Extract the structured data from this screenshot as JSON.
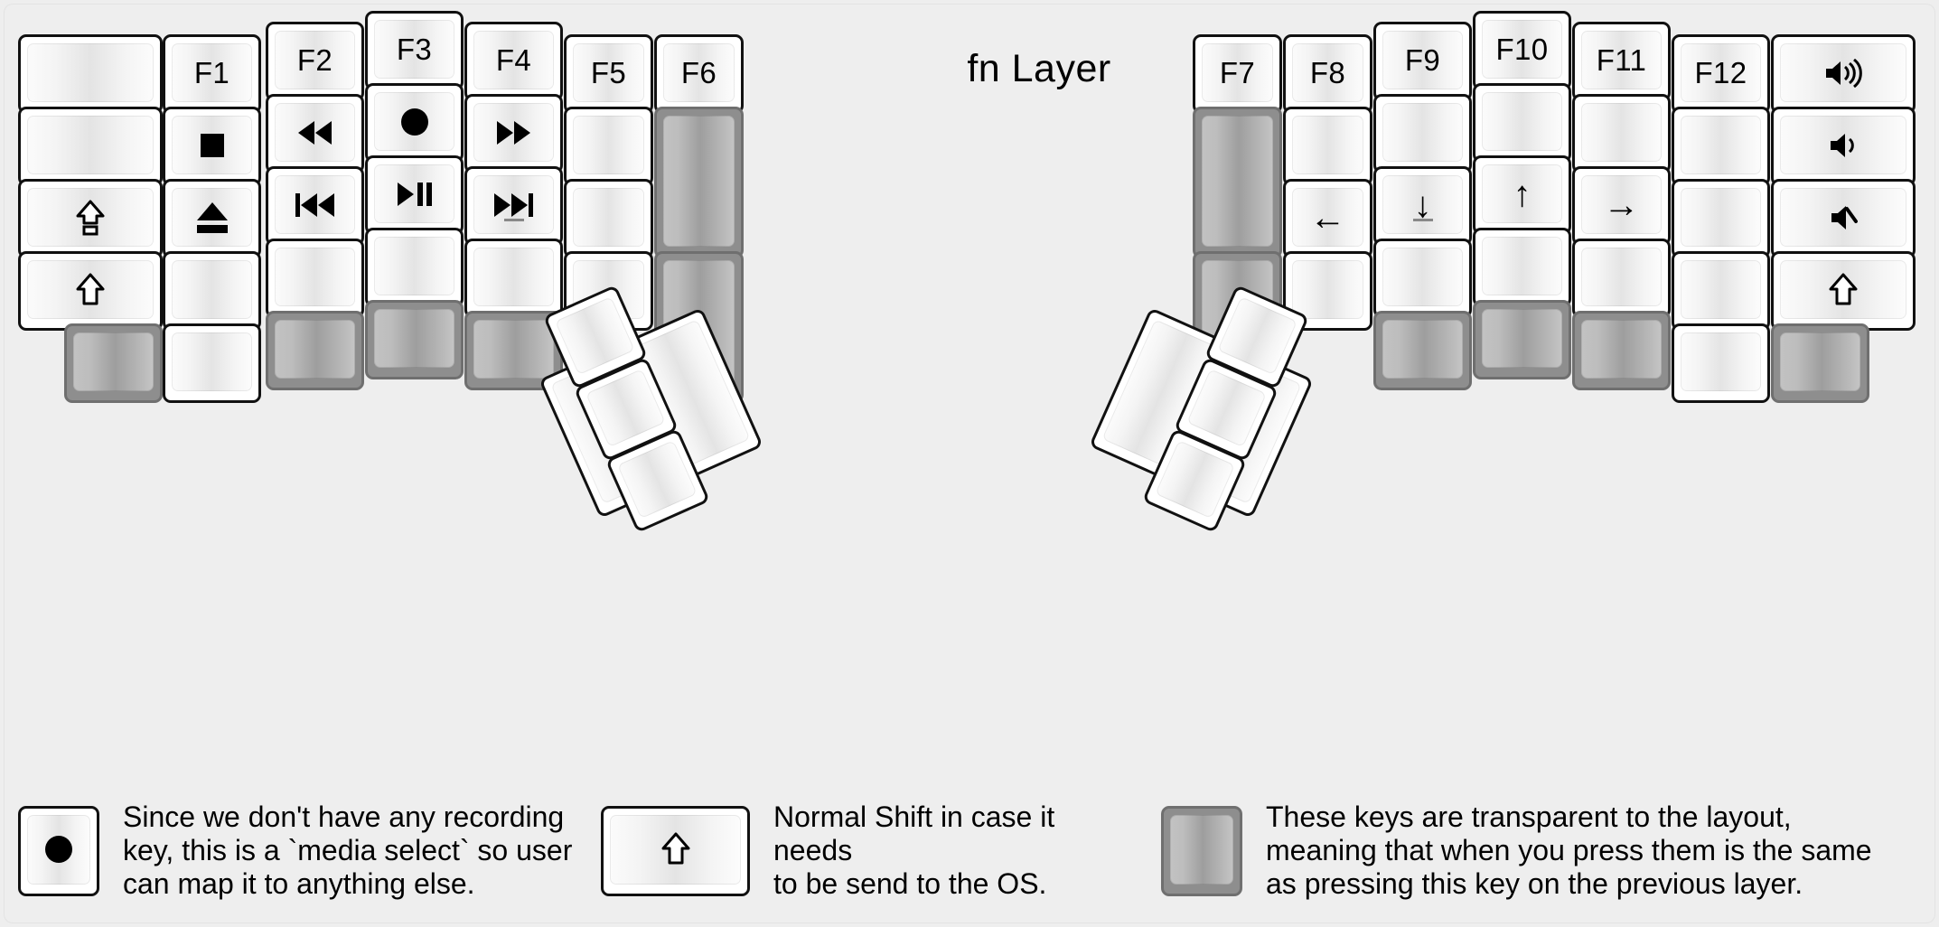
{
  "page": {
    "title": "fn Layer",
    "background": "#eeeeee",
    "transparent_key_color": "#9e9e9e",
    "key_color": "#ffffff",
    "outline_color": "#111111"
  },
  "legend": [
    {
      "key_glyph": "record-dot",
      "key_style": "normal",
      "text": "Since we don't have any recording\nkey, this is a `media select` so user\ncan map it to anything else."
    },
    {
      "key_glyph": "shift-arrow",
      "key_style": "normal",
      "text": "Normal Shift in case it needs\nto be send to the OS."
    },
    {
      "key_glyph": "",
      "key_style": "transparent",
      "text": "These keys are transparent to the layout,\nmeaning that when you press them is the same\nas pressing this key on the previous layer."
    }
  ],
  "left_block": {
    "columns": [
      {
        "name": "col-pinky-outer",
        "keys": [
          {
            "label": "",
            "glyph": "",
            "style": "normal"
          },
          {
            "label": "",
            "glyph": "",
            "style": "normal"
          },
          {
            "label": "",
            "glyph": "capslock-arrow",
            "style": "normal"
          },
          {
            "label": "",
            "glyph": "shift-arrow",
            "style": "normal"
          },
          {
            "label": "",
            "glyph": "",
            "style": "transparent"
          }
        ]
      },
      {
        "name": "col-pinky",
        "keys": [
          {
            "label": "F1",
            "glyph": "",
            "style": "normal"
          },
          {
            "label": "",
            "glyph": "media-stop",
            "style": "normal"
          },
          {
            "label": "",
            "glyph": "media-eject",
            "style": "normal"
          },
          {
            "label": "",
            "glyph": "",
            "style": "normal"
          },
          {
            "label": "",
            "glyph": "",
            "style": "normal"
          }
        ]
      },
      {
        "name": "col-ring",
        "keys": [
          {
            "label": "F2",
            "glyph": "",
            "style": "normal"
          },
          {
            "label": "",
            "glyph": "media-rewind",
            "style": "normal"
          },
          {
            "label": "",
            "glyph": "media-prev",
            "style": "normal"
          },
          {
            "label": "",
            "glyph": "",
            "style": "normal"
          },
          {
            "label": "",
            "glyph": "",
            "style": "transparent"
          }
        ]
      },
      {
        "name": "col-middle",
        "keys": [
          {
            "label": "F3",
            "glyph": "",
            "style": "normal"
          },
          {
            "label": "",
            "glyph": "media-record",
            "style": "normal"
          },
          {
            "label": "",
            "glyph": "media-playpause",
            "style": "normal"
          },
          {
            "label": "",
            "glyph": "",
            "style": "normal"
          },
          {
            "label": "",
            "glyph": "",
            "style": "transparent"
          }
        ]
      },
      {
        "name": "col-index",
        "keys": [
          {
            "label": "F4",
            "glyph": "",
            "style": "normal"
          },
          {
            "label": "",
            "glyph": "media-fastforward",
            "style": "normal"
          },
          {
            "label": "",
            "glyph": "media-next",
            "style": "normal",
            "home_marker": true
          },
          {
            "label": "",
            "glyph": "",
            "style": "normal"
          },
          {
            "label": "",
            "glyph": "",
            "style": "transparent"
          }
        ]
      },
      {
        "name": "col-inner-1",
        "keys": [
          {
            "label": "F5",
            "glyph": "",
            "style": "normal"
          },
          {
            "label": "",
            "glyph": "",
            "style": "normal"
          },
          {
            "label": "",
            "glyph": "",
            "style": "normal"
          },
          {
            "label": "",
            "glyph": "",
            "style": "normal"
          }
        ]
      },
      {
        "name": "col-inner-2",
        "keys": [
          {
            "label": "F6",
            "glyph": "",
            "style": "normal"
          },
          {
            "label": "",
            "glyph": "",
            "style": "transparent",
            "height_u": 2
          },
          {
            "label": "",
            "glyph": "",
            "style": "transparent",
            "height_u": 2
          }
        ]
      }
    ]
  },
  "right_block": {
    "columns": [
      {
        "name": "col-inner-2",
        "keys": [
          {
            "label": "F7",
            "glyph": "",
            "style": "normal"
          },
          {
            "label": "",
            "glyph": "",
            "style": "transparent",
            "height_u": 2
          },
          {
            "label": "",
            "glyph": "",
            "style": "transparent",
            "height_u": 2
          }
        ]
      },
      {
        "name": "col-inner-1",
        "keys": [
          {
            "label": "F8",
            "glyph": "",
            "style": "normal"
          },
          {
            "label": "",
            "glyph": "",
            "style": "normal"
          },
          {
            "label": "",
            "glyph": "arrow-left",
            "style": "normal"
          },
          {
            "label": "",
            "glyph": "",
            "style": "normal"
          }
        ]
      },
      {
        "name": "col-index",
        "keys": [
          {
            "label": "F9",
            "glyph": "",
            "style": "normal"
          },
          {
            "label": "",
            "glyph": "",
            "style": "normal"
          },
          {
            "label": "",
            "glyph": "arrow-down",
            "style": "normal",
            "home_marker": true
          },
          {
            "label": "",
            "glyph": "",
            "style": "normal"
          },
          {
            "label": "",
            "glyph": "",
            "style": "transparent"
          }
        ]
      },
      {
        "name": "col-middle",
        "keys": [
          {
            "label": "F10",
            "glyph": "",
            "style": "normal"
          },
          {
            "label": "",
            "glyph": "",
            "style": "normal"
          },
          {
            "label": "",
            "glyph": "arrow-up",
            "style": "normal"
          },
          {
            "label": "",
            "glyph": "",
            "style": "normal"
          },
          {
            "label": "",
            "glyph": "",
            "style": "transparent"
          }
        ]
      },
      {
        "name": "col-ring",
        "keys": [
          {
            "label": "F11",
            "glyph": "",
            "style": "normal"
          },
          {
            "label": "",
            "glyph": "",
            "style": "normal"
          },
          {
            "label": "",
            "glyph": "arrow-right",
            "style": "normal"
          },
          {
            "label": "",
            "glyph": "",
            "style": "normal"
          },
          {
            "label": "",
            "glyph": "",
            "style": "transparent"
          }
        ]
      },
      {
        "name": "col-pinky",
        "keys": [
          {
            "label": "F12",
            "glyph": "",
            "style": "normal"
          },
          {
            "label": "",
            "glyph": "",
            "style": "normal"
          },
          {
            "label": "",
            "glyph": "",
            "style": "normal"
          },
          {
            "label": "",
            "glyph": "",
            "style": "normal"
          },
          {
            "label": "",
            "glyph": "",
            "style": "normal"
          }
        ]
      },
      {
        "name": "col-pinky-outer",
        "keys": [
          {
            "label": "",
            "glyph": "volume-up",
            "style": "normal"
          },
          {
            "label": "",
            "glyph": "volume-down",
            "style": "normal"
          },
          {
            "label": "",
            "glyph": "volume-mute",
            "style": "normal"
          },
          {
            "label": "",
            "glyph": "shift-arrow",
            "style": "normal"
          },
          {
            "label": "",
            "glyph": "",
            "style": "transparent"
          }
        ]
      }
    ]
  },
  "left_thumb_cluster": {
    "keys": [
      {
        "label": "",
        "glyph": "",
        "style": "normal",
        "size": "2u"
      },
      {
        "label": "",
        "glyph": "",
        "style": "normal",
        "size": "2u"
      },
      {
        "label": "",
        "glyph": "",
        "style": "normal",
        "size": "1u"
      },
      {
        "label": "",
        "glyph": "",
        "style": "normal",
        "size": "1u"
      },
      {
        "label": "",
        "glyph": "",
        "style": "normal",
        "size": "1u"
      }
    ]
  },
  "right_thumb_cluster": {
    "keys": [
      {
        "label": "",
        "glyph": "",
        "style": "normal",
        "size": "1u"
      },
      {
        "label": "",
        "glyph": "",
        "style": "normal",
        "size": "1u"
      },
      {
        "label": "",
        "glyph": "",
        "style": "normal",
        "size": "1u"
      },
      {
        "label": "",
        "glyph": "",
        "style": "normal",
        "size": "2u"
      },
      {
        "label": "",
        "glyph": "",
        "style": "normal",
        "size": "2u"
      }
    ]
  }
}
